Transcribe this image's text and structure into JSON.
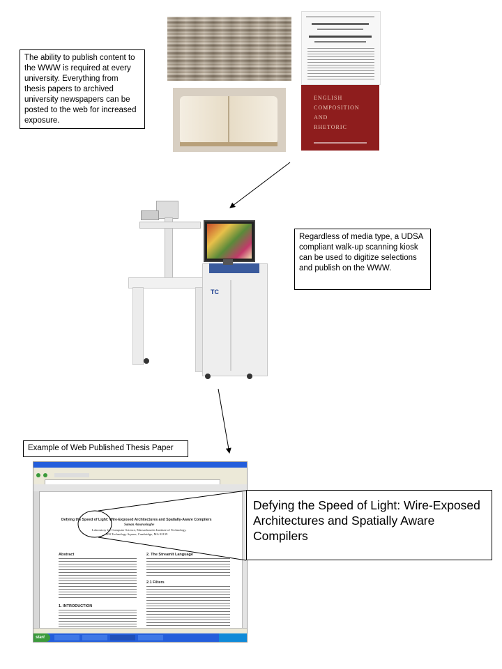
{
  "colors": {
    "newspaper_stack": "#8a7a66",
    "book_page": "#efe7d6",
    "red_cover": "#8e1d1d",
    "kiosk_body": "#eeeeee",
    "xp_blue": "#245edb",
    "browser_chrome": "#ece9d8"
  },
  "note_publish": "The ability to publish content to the WWW is required at every university. Everything from thesis papers to archived university newspapers can be posted to the web for increased exposure.",
  "note_kiosk": "Regardless of media type, a UDSA compliant walk-up scanning kiosk can be used to digitize selections and publish on the WWW.",
  "example_label": "Example of Web Published Thesis Paper",
  "callout_title": "Defying the Speed of Light: Wire-Exposed Architectures and Spatially Aware Compilers",
  "red_book": {
    "line1": "ENGLISH",
    "line2": "COMPOSITION",
    "line3": "AND",
    "line4": "RHETORIC"
  },
  "kiosk": {
    "brand": "TC"
  },
  "browser": {
    "start_label": "start",
    "paper_title": "Defying the Speed of Light: Wire-Exposed Architectures and Spatially-Aware Compilers",
    "author": "Saman Amarasinghe",
    "affiliation": "Laboratory for Computer Science, Massachusetts Institute of Technology,",
    "address": "200 Technology Square, Cambridge, MA 02139",
    "abstract_heading": "Abstract",
    "intro_heading": "1. INTRODUCTION",
    "section2_heading": "2. The StreamIt Language",
    "section21_heading": "2.1 Filters"
  }
}
